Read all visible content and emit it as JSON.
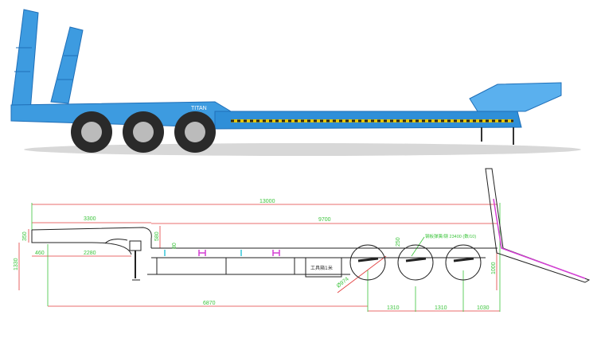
{
  "photo": {
    "brand_label": "TITAN",
    "colors": {
      "body": "#3d9be0",
      "body_dark": "#1f6fb8",
      "tire": "#2a2a2a",
      "stripe": "#e8c800"
    }
  },
  "drawing": {
    "dimensions": {
      "overall_length": "13000",
      "gooseneck_length": "3300",
      "deck_length": "9700",
      "gooseneck_height": "350",
      "step_height": "580",
      "small_height": "80",
      "kingpin_offset": "460",
      "kingpin_to_leg": "2280",
      "fifth_wheel_height": "1330",
      "kingpin_to_axle": "6870",
      "axle_spacing_1": "1310",
      "axle_spacing_2": "1310",
      "rear_overhang": "1030",
      "deck_height": "1000",
      "suspension_height": "250",
      "wheel_diameter": "Ø974"
    },
    "toolbox_label": "工具箱1米",
    "suspension_callout": "钢板弹簧/钢 23400 (数/10)",
    "colors": {
      "dimension_line": "#e23c3c",
      "dimension_text": "#3cc43c",
      "outline": "#222222",
      "accent": "#d43fd4"
    }
  }
}
